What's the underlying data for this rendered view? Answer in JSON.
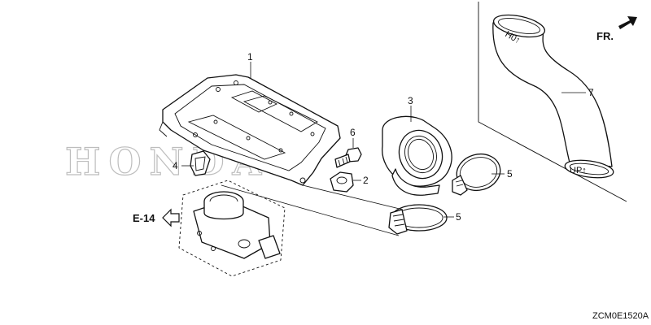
{
  "watermark": {
    "text": "HONDA"
  },
  "direction_arrow": {
    "label": "FR."
  },
  "reference": {
    "label": "E-14"
  },
  "diagram_code": "ZCM0E1520A",
  "callouts": {
    "c1": "1",
    "c2": "2",
    "c3": "3",
    "c4": "4",
    "c5a": "5",
    "c5b": "5",
    "c6": "6",
    "c7": "7"
  },
  "part_markings": {
    "duct_top": "H0↑",
    "duct_bottom": "UP↑"
  }
}
